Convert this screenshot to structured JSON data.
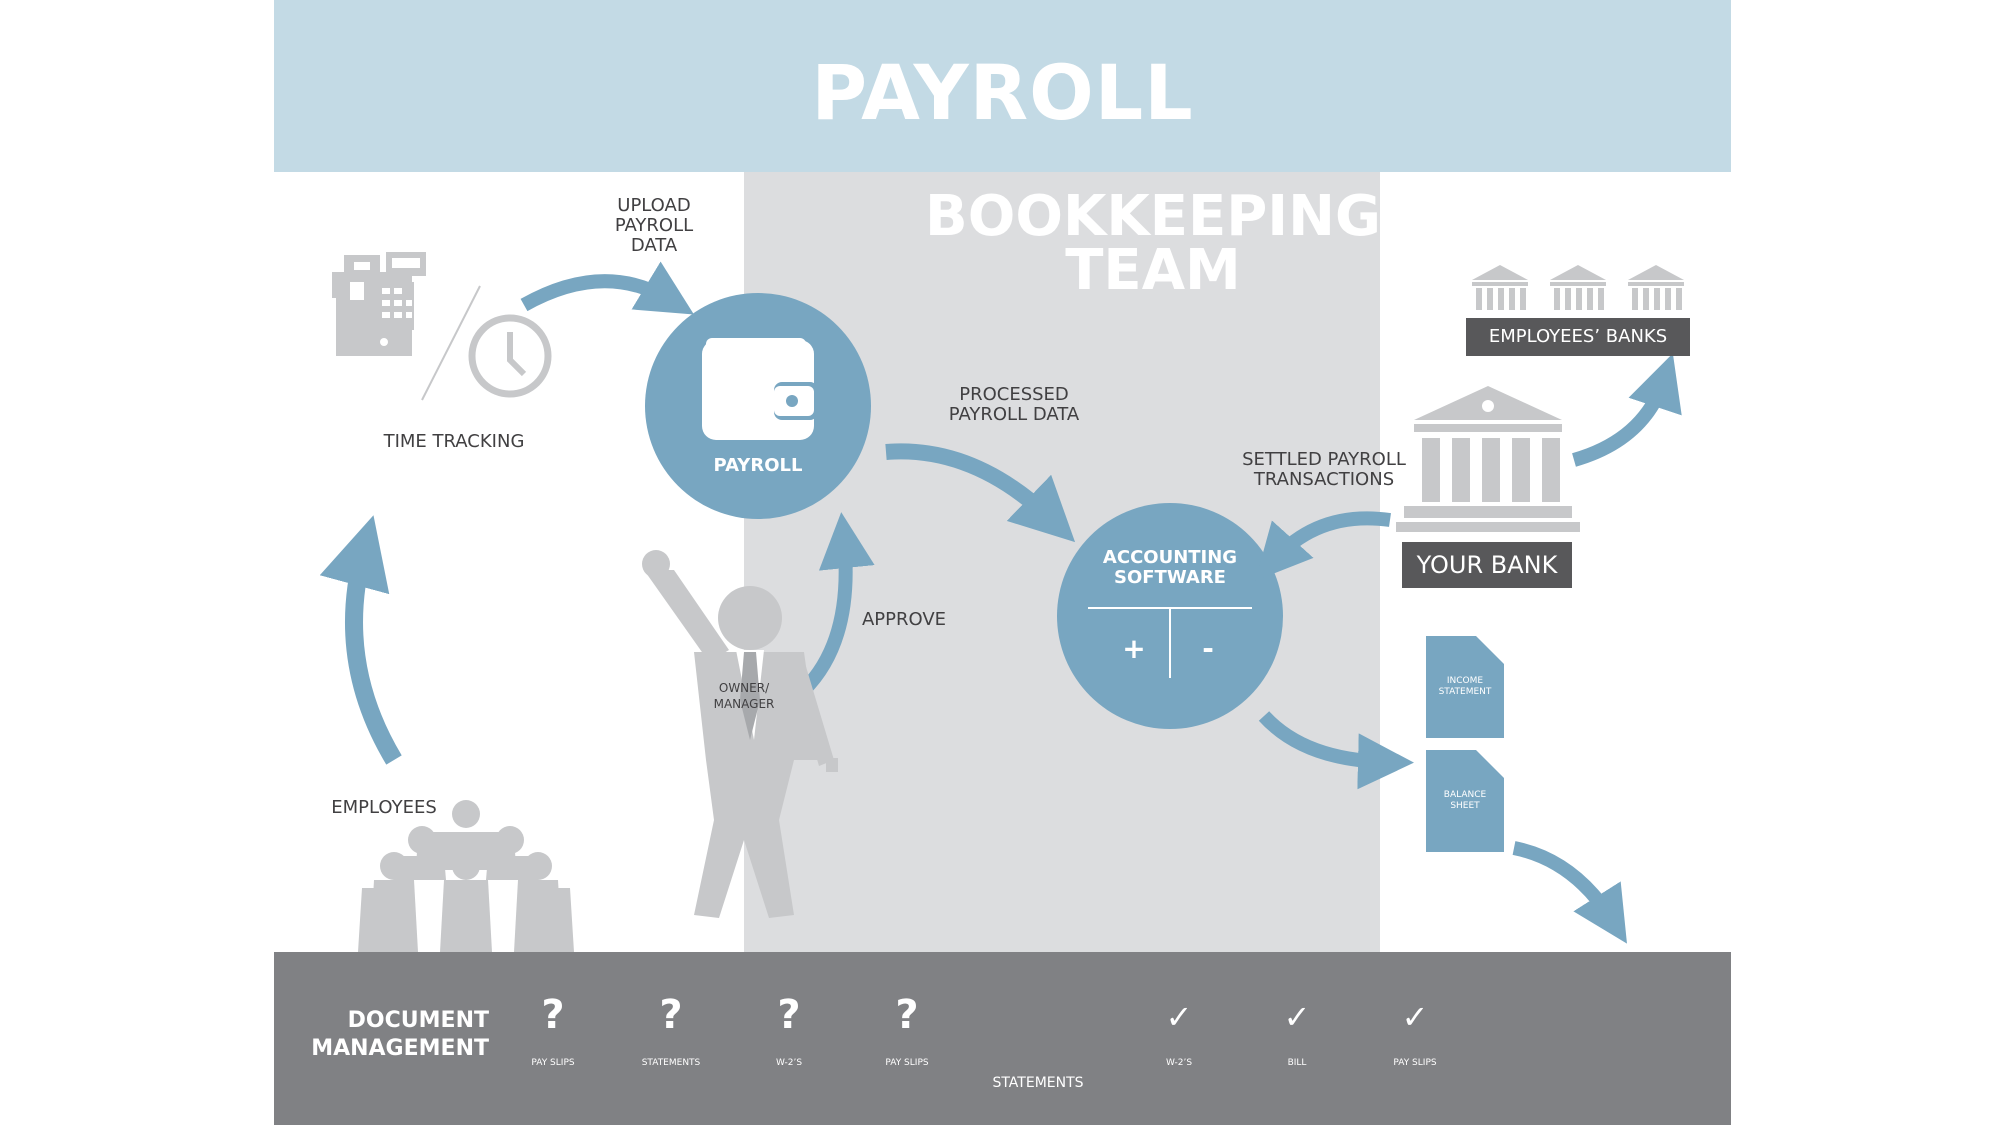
{
  "title": "PAYROLL",
  "team_title": [
    "BOOKKEEPING",
    "TEAM"
  ],
  "labels": {
    "upload": [
      "UPLOAD",
      "PAYROLL",
      "DATA"
    ],
    "time_tracking": "TIME TRACKING",
    "processed": [
      "PROCESSED",
      "PAYROLL DATA"
    ],
    "settled": [
      "SETTLED PAYROLL",
      "TRANSACTIONS"
    ],
    "approve": "APPROVE",
    "owner": [
      "OWNER/",
      "MANAGER"
    ],
    "employees": "EMPLOYEES"
  },
  "payroll_circle": {
    "label": "PAYROLL"
  },
  "accounting_circle": {
    "label": [
      "ACCOUNTING",
      "SOFTWARE"
    ],
    "plus": "+",
    "minus": "-"
  },
  "banks": {
    "employees_banks": "EMPLOYEES’ BANKS",
    "your_bank": "YOUR BANK"
  },
  "reports": {
    "income": [
      "INCOME",
      "STATEMENT"
    ],
    "balance": [
      "BALANCE",
      "SHEET"
    ]
  },
  "document_management": {
    "label": [
      "DOCUMENT",
      "MANAGEMENT"
    ],
    "docs_pending": [
      {
        "glyph": "?",
        "caption": "PAY SLIPS"
      },
      {
        "glyph": "?",
        "caption": "STATEMENTS"
      },
      {
        "glyph": "?",
        "caption": "W-2’S"
      },
      {
        "glyph": "?",
        "caption": "PAY SLIPS"
      }
    ],
    "center_doc": "STATEMENTS",
    "docs_done": [
      {
        "glyph": "✓",
        "caption": "W-2’S"
      },
      {
        "glyph": "✓",
        "caption": "BILL"
      },
      {
        "glyph": "✓",
        "caption": "PAY SLIPS"
      }
    ]
  },
  "colors": {
    "header": "#c3dae5",
    "accent": "#78a6c1",
    "gray": "#c7c8ca",
    "footer": "#808184",
    "band": "#dcdddf",
    "dark": "#58585a"
  }
}
